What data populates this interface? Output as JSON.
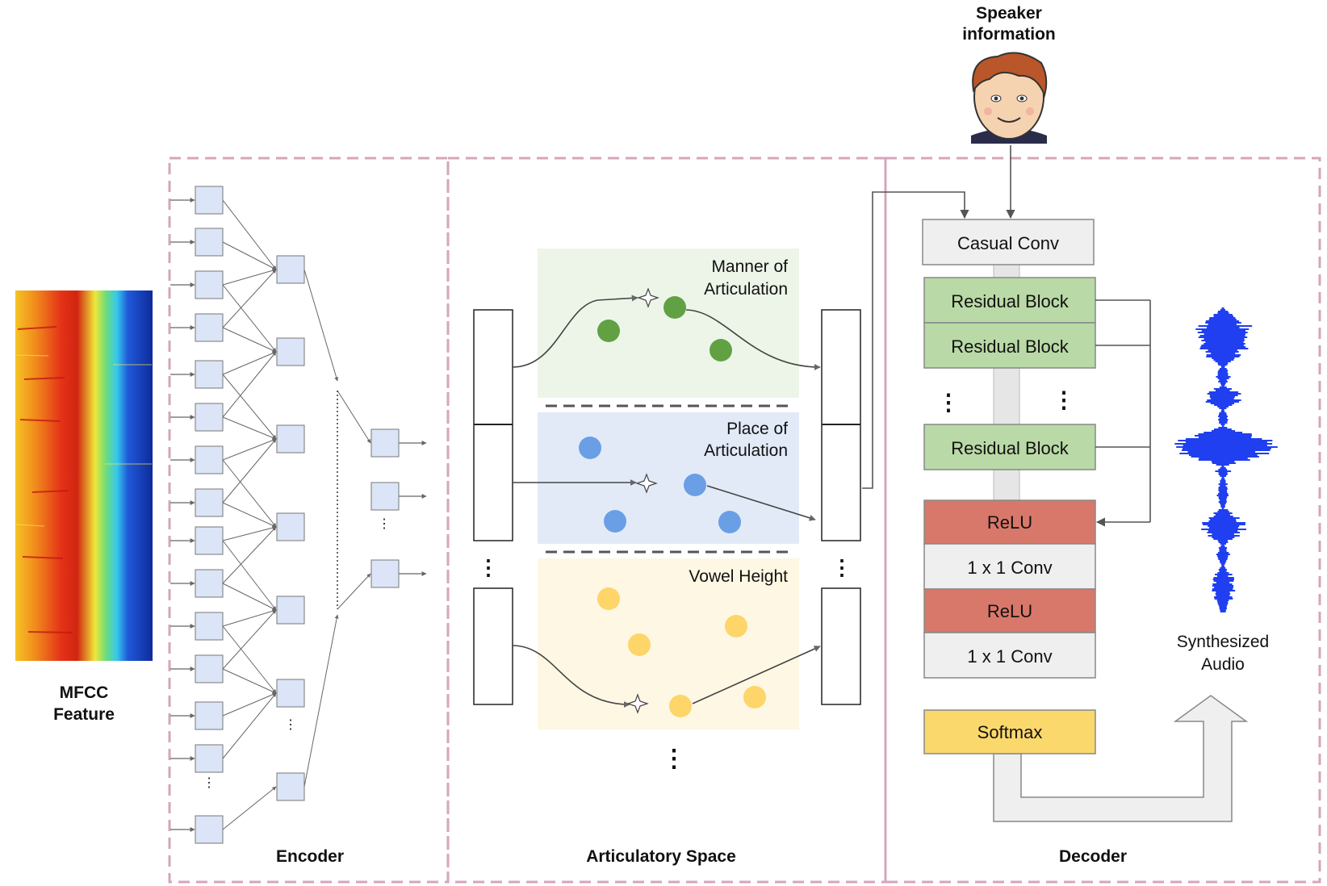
{
  "speaker": {
    "label_line1": "Speaker",
    "label_line2": "information",
    "avatar_icon": "boy-face-icon"
  },
  "input": {
    "label_line1": "MFCC",
    "label_line2": "Feature"
  },
  "sections": {
    "encoder": "Encoder",
    "articulatory": "Articulatory Space",
    "decoder": "Decoder"
  },
  "articulatory": {
    "manner_line1": "Manner of",
    "manner_line2": "Articulation",
    "place_line1": "Place of",
    "place_line2": "Articulation",
    "vowel": "Vowel Height"
  },
  "decoder": {
    "casual_conv": "Casual Conv",
    "residual_block": "Residual Block",
    "relu": "ReLU",
    "conv1x1": "1 x 1 Conv",
    "softmax": "Softmax"
  },
  "output": {
    "label_line1": "Synthesized",
    "label_line2": "Audio"
  },
  "colors": {
    "dashed_border": "#d4a6bb",
    "node_fill": "#dbe5f7",
    "manner_bg": "#edf5e9",
    "place_bg": "#e2eaf8",
    "vowel_bg": "#fdf7e3",
    "green_dot": "#61a144",
    "blue_dot": "#6a9fe5",
    "yellow_dot": "#fdd568",
    "residual": "#b9d9a6",
    "relu": "#d8786a",
    "softmax": "#fbd86c",
    "gray_block": "#efefef",
    "waveform": "#1f3ff0"
  }
}
